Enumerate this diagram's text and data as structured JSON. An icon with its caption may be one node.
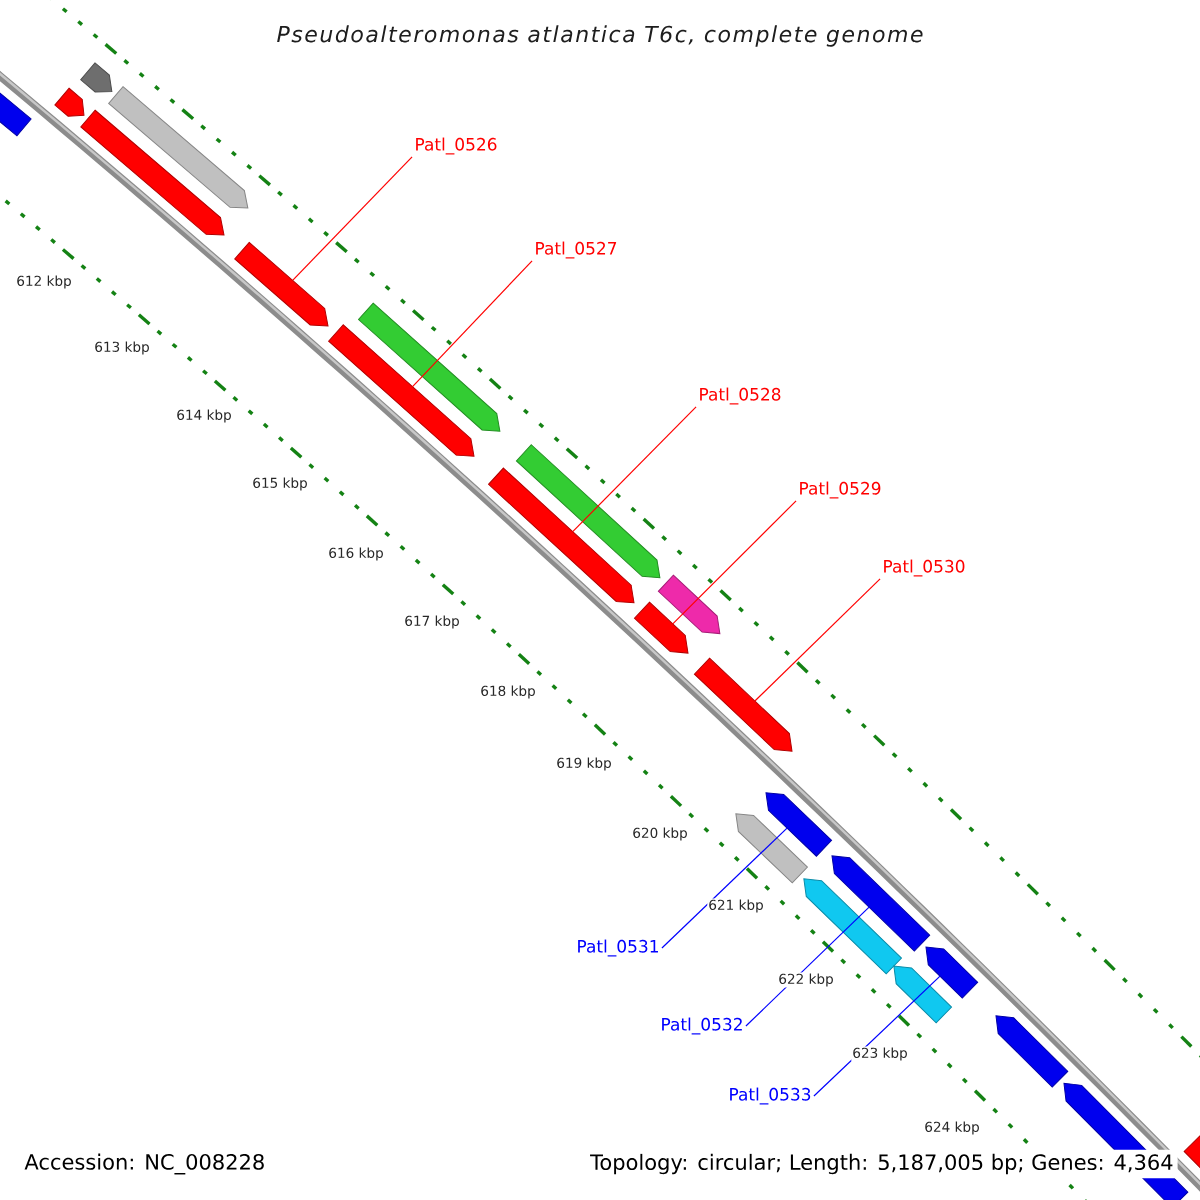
{
  "diagram": {
    "title": "Pseudoalteromonas atlantica T6c, complete genome",
    "nodes": [
      {
        "text": [
          "Patl_0526"
        ]
      },
      {
        "text": [
          "Patl_0527"
        ]
      },
      {
        "text": [
          "Patl_0528"
        ]
      },
      {
        "text": [
          "Patl_0529"
        ]
      },
      {
        "text": [
          "Patl_0530"
        ]
      },
      {
        "text": [
          "Patl_0531"
        ]
      },
      {
        "text": [
          "Patl_0532"
        ]
      },
      {
        "text": [
          "Patl_0533"
        ]
      },
      {
        "text": [],
        "shape": "bar"
      },
      {
        "text": [],
        "shape": "bar"
      },
      {
        "text": [],
        "shape": "bar"
      },
      {
        "text": [],
        "shape": "bar"
      },
      {
        "text": [],
        "shape": "bar"
      },
      {
        "text": [],
        "shape": "bar"
      },
      {
        "text": [],
        "shape": "bar"
      },
      {
        "text": [],
        "shape": "bar"
      },
      {
        "text": [],
        "shape": "bar"
      },
      {
        "text": [],
        "shape": "bar"
      },
      {
        "text": [],
        "shape": "bar"
      },
      {
        "text": [],
        "shape": "bar"
      },
      {
        "text": [],
        "shape": "bar"
      },
      {
        "text": [],
        "shape": "bar"
      },
      {
        "text": [],
        "shape": "bar"
      },
      {
        "text": [],
        "shape": "bar"
      },
      {
        "text": [],
        "shape": "bar"
      },
      {
        "text": [],
        "shape": "bar"
      },
      {
        "text": [],
        "shape": "bar"
      },
      {
        "text": [],
        "shape": "bar"
      },
      {
        "text": [],
        "shape": "bar"
      },
      {
        "text": [],
        "shape": "bar"
      }
    ],
    "edges": [
      {
        "from": 0,
        "to": 13,
        "arrow": "none"
      },
      {
        "from": 1,
        "to": 14,
        "arrow": "none"
      },
      {
        "from": 2,
        "to": 16,
        "arrow": "none"
      },
      {
        "from": 3,
        "to": 18,
        "arrow": "none"
      },
      {
        "from": 4,
        "to": 20,
        "arrow": "none"
      },
      {
        "from": 5,
        "to": 22,
        "arrow": "none",
        "color": "#0000ff"
      },
      {
        "from": 6,
        "to": 24,
        "arrow": "none",
        "color": "#0000ff"
      },
      {
        "from": 7,
        "to": 26,
        "arrow": "none",
        "color": "#0000ff"
      }
    ],
    "labels": [
      "612 kbp",
      "613 kbp",
      "614 kbp",
      "615 kbp",
      "616 kbp",
      "617 kbp",
      "618 kbp",
      "619 kbp",
      "620 kbp",
      "621 kbp",
      "622 kbp",
      "623 kbp",
      "624 kbp",
      "Accession: NC_008228",
      "Topology: circular; Length: 5,187,005 bp; Genes: 4,364"
    ]
  }
}
